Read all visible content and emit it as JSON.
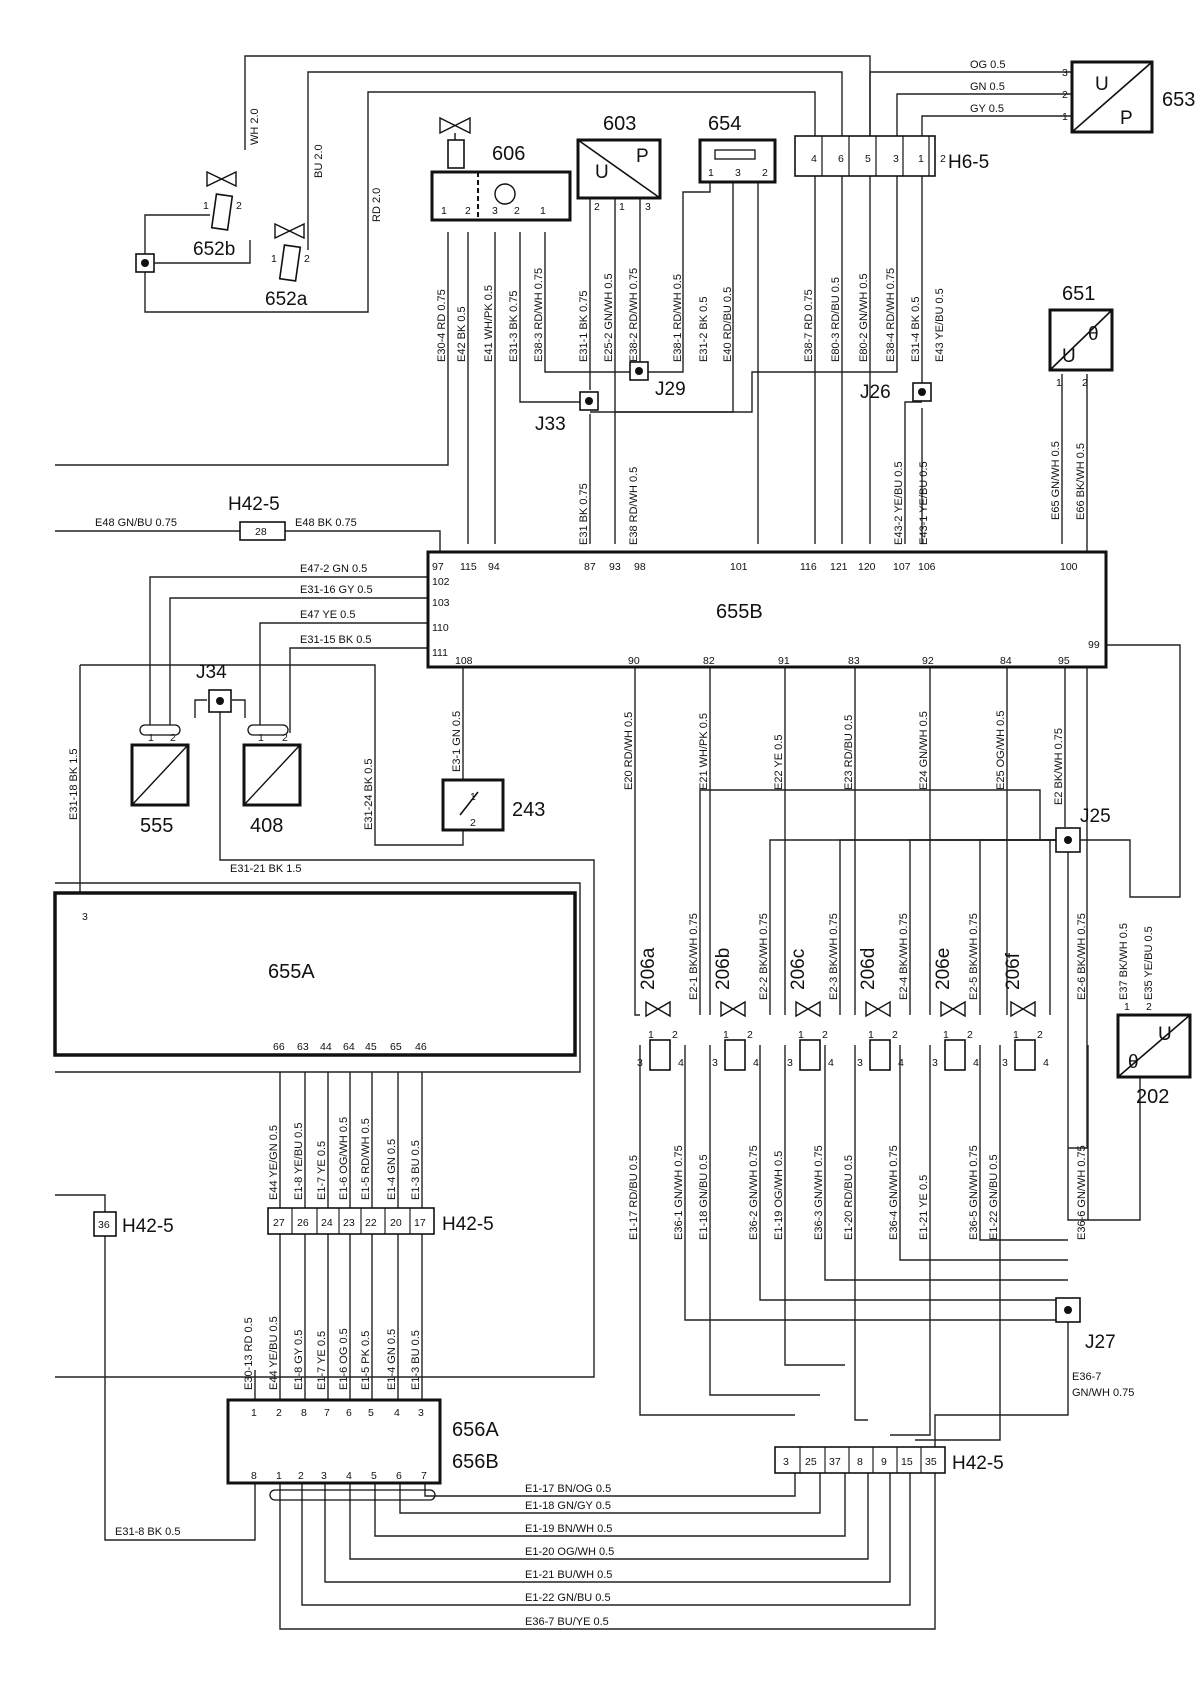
{
  "components": {
    "c603": "603",
    "c654": "654",
    "c606": "606",
    "c653": "653",
    "c651": "651",
    "c652a": "652a",
    "c652b": "652b",
    "c655b": "655B",
    "c655a": "655A",
    "c555": "555",
    "c408": "408",
    "c243": "243",
    "c202": "202",
    "c206a": "206a",
    "c206b": "206b",
    "c206c": "206c",
    "c206d": "206d",
    "c206e": "206e",
    "c206f": "206f",
    "c656a": "656A",
    "c656b": "656B"
  },
  "connectors": {
    "h6_5": "H6-5",
    "h42_5": "H42-5",
    "j25": "J25",
    "j26": "J26",
    "j27": "J27",
    "j29": "J29",
    "j33": "J33",
    "j34": "J34"
  },
  "sensor_letters": {
    "u": "U",
    "p": "P",
    "theta": "θ"
  },
  "wire_labels": {
    "og05": "OG  0.5",
    "gn05": "GN  0.5",
    "gy05": "GY  0.5",
    "wh20": "WH  2.0",
    "bu20": "BU  2.0",
    "rd20": "RD  2.0",
    "e30_4": "E30-4  RD  0.75",
    "e42": "E42  BK  0.5",
    "e41": "E41  WH/PK  0.5",
    "e31_3": "E31-3  BK  0.75",
    "e38_3": "E38-3  RD/WH  0.75",
    "e31_1": "E31-1  BK  0.75",
    "e25_2": "E25-2  GN/WH  0.5",
    "e38_2": "E38-2  RD/WH  0.75",
    "e38_1": "E38-1  RD/WH  0.5",
    "e31_2": "E31-2  BK  0.5",
    "e40": "E40  RD/BU  0.5",
    "e38_7": "E38-7  RD  0.75",
    "e80_3": "E80-3  RD/BU  0.5",
    "e80_2": "E80-2  GN/WH  0.5",
    "e38_4": "E38-4  RD/WH  0.75",
    "e31_4": "E31-4  BK  0.5",
    "e43": "E43  YE/BU  0.5",
    "e31": "E31  BK  0.75",
    "e38": "E38  RD/WH  0.5",
    "e43_2": "E43-2  YE/BU  0.5",
    "e43_1": "E43-1  YE/BU  0.5",
    "e65": "E65  GN/WH  0.5",
    "e66": "E66  BK/WH  0.5",
    "e48a": "E48   GN/BU   0.75",
    "e48b": "E48   BK   0.75",
    "e47_2": "E47-2  GN  0.5",
    "e31_16": "E31-16  GY  0.5",
    "e47": "E47  YE  0.5",
    "e31_15": "E31-15  BK  0.5",
    "e31_18": "E31-18  BK  1.5",
    "e31_24": "E31-24  BK  0.5",
    "e3_1": "E3-1  GN  0.5",
    "e31_21": "E31-21   BK   1.5",
    "e20": "E20  RD/WH  0.5",
    "e21": "E21  WH/PK  0.5",
    "e22": "E22  YE  0.5",
    "e23": "E23  RD/BU  0.5",
    "e24": "E24  GN/WH  0.5",
    "e25": "E25  OG/WH  0.5",
    "e2": "E2  BK/WH  0.75",
    "e2_1": "E2-1  BK/WH  0.75",
    "e2_2": "E2-2  BK/WH  0.75",
    "e2_3": "E2-3  BK/WH  0.75",
    "e2_4": "E2-4  BK/WH  0.75",
    "e2_5": "E2-5  BK/WH  0.75",
    "e2_6": "E2-6  BK/WH  0.75",
    "e37": "E37  BK/WH  0.5",
    "e35": "E35  YE/BU  0.5",
    "e1_17v": "E1-17  RD/BU  0.5",
    "e36_1": "E36-1  GN/WH  0.75",
    "e1_18v": "E1-18  GN/BU  0.5",
    "e36_2": "E36-2  GN/WH  0.75",
    "e1_19v": "E1-19  OG/WH  0.5",
    "e36_3": "E36-3  GN/WH  0.75",
    "e1_20v": "E1-20  RD/BU  0.5",
    "e36_4": "E36-4  GN/WH  0.75",
    "e1_21v": "E1-21  YE  0.5",
    "e36_5": "E36-5  GN/WH  0.75",
    "e1_22v": "E1-22  GN/BU  0.5",
    "e36_6": "E36-6  GN/WH  0.75",
    "e36_7a": "E36-7",
    "e36_7b": "GN/WH  0.75",
    "e44a": "E44  YE/GN  0.5",
    "e1_8a": "E1-8  YE/BU  0.5",
    "e1_7a": "E1-7  YE  0.5",
    "e1_6a": "E1-6  OG/WH  0.5",
    "e1_5a": "E1-5  RD/WH  0.5",
    "e1_4a": "E1-4  GN  0.5",
    "e1_3a": "E1-3  BU  0.5",
    "e30_13": "E30-13  RD  0.5",
    "e44b": "E44  YE/BU  0.5",
    "e1_8b": "E1-8  GY  0.5",
    "e1_7b": "E1-7  YE  0.5",
    "e1_6b": "E1-6  OG  0.5",
    "e1_5b": "E1-5  PK  0.5",
    "e1_4b": "E1-4  GN  0.5",
    "e1_3b": "E1-3  BU  0.5",
    "e31_8": "E31-8   BK   0.5",
    "b1_17": "E1-17   BN/OG   0.5",
    "b1_18": "E1-18   GN/GY   0.5",
    "b1_19": "E1-19   BN/WH   0.5",
    "b1_20": "E1-20   OG/WH   0.5",
    "b1_21": "E1-21   BU/WH   0.5",
    "b1_22": "E1-22   GN/BU   0.5",
    "b36_7": "E36-7   BU/YE   0.5"
  },
  "pins": {
    "h6": [
      "4",
      "6",
      "5",
      "3",
      "1",
      "2"
    ],
    "p653": [
      "3",
      "2",
      "1"
    ],
    "p603": [
      "2",
      "1",
      "3"
    ],
    "p654": [
      "1",
      "3",
      "2"
    ],
    "p606": [
      "1",
      "2",
      "3",
      "2",
      "1"
    ],
    "p651": [
      "1",
      "2"
    ],
    "p652a": [
      "1",
      "2"
    ],
    "p652b": [
      "1",
      "2"
    ],
    "b_top": [
      "97",
      "115",
      "94",
      "87",
      "93",
      "98",
      "101",
      "116",
      "121",
      "120",
      "107",
      "106",
      "100"
    ],
    "b_left": [
      "102",
      "103",
      "110",
      "111"
    ],
    "b_bot": [
      "108",
      "90",
      "82",
      "91",
      "83",
      "92",
      "84",
      "95"
    ],
    "b_right": "99",
    "h42_28": "28",
    "p555": [
      "1",
      "2"
    ],
    "p408": [
      "1",
      "2"
    ],
    "p243": [
      "1",
      "2"
    ],
    "p206": [
      "1",
      "2",
      "3",
      "4"
    ],
    "p202": [
      "1",
      "2"
    ],
    "a_pins": [
      "66",
      "63",
      "44",
      "64",
      "45",
      "65",
      "46"
    ],
    "a3": "3",
    "h42_mid": [
      "27",
      "26",
      "24",
      "23",
      "22",
      "20",
      "17"
    ],
    "h42_36": "36",
    "h42_bot": [
      "3",
      "25",
      "37",
      "8",
      "9",
      "15",
      "35"
    ],
    "a656_top": [
      "1",
      "2",
      "8",
      "7",
      "6",
      "5",
      "4",
      "3"
    ],
    "b656_bot": [
      "8",
      "1",
      "2",
      "3",
      "4",
      "5",
      "6",
      "7"
    ]
  }
}
